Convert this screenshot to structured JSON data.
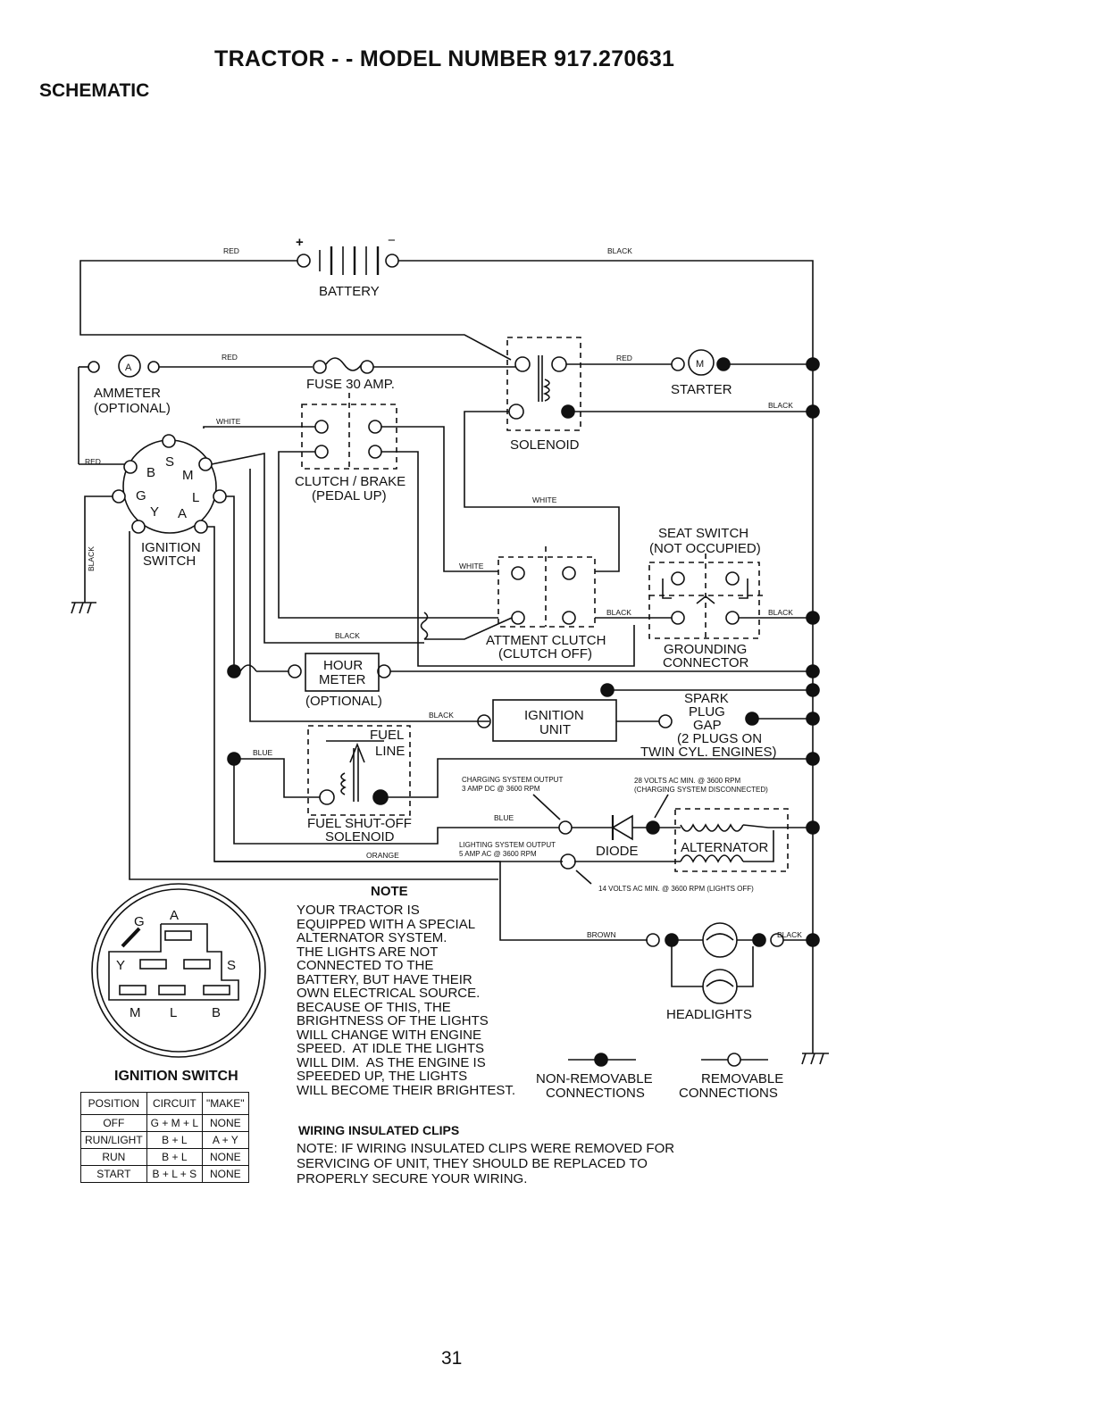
{
  "header": {
    "title": "TRACTOR - - MODEL NUMBER 917.270631",
    "section": "SCHEMATIC"
  },
  "components": {
    "battery": "BATTERY",
    "ammeter": "AMMETER",
    "ammeter_optional": "(OPTIONAL)",
    "fuse": "FUSE 30 AMP.",
    "solenoid": "SOLENOID",
    "starter": "STARTER",
    "starter_symbol": "M",
    "ammeter_symbol": "A",
    "clutch_brake_1": "CLUTCH / BRAKE",
    "clutch_brake_2": "(PEDAL UP)",
    "ignition_switch_1": "IGNITION",
    "ignition_switch_2": "SWITCH",
    "seat_switch_1": "SEAT SWITCH",
    "seat_switch_2": "(NOT OCCUPIED)",
    "attment_clutch_1": "ATTMENT CLUTCH",
    "attment_clutch_2": "(CLUTCH OFF)",
    "grounding_1": "GROUNDING",
    "grounding_2": "CONNECTOR",
    "hour_meter_1": "HOUR",
    "hour_meter_2": "METER",
    "hour_meter_optional": "(OPTIONAL)",
    "ignition_unit_1": "IGNITION",
    "ignition_unit_2": "UNIT",
    "spark_1": "SPARK",
    "spark_2": "PLUG",
    "spark_3": "GAP",
    "spark_4": "(2 PLUGS ON",
    "spark_5": "TWIN CYL. ENGINES)",
    "fuel_line_1": "FUEL",
    "fuel_line_2": "LINE",
    "fuel_sol_1": "FUEL SHUT-OFF",
    "fuel_sol_2": "SOLENOID",
    "diode": "DIODE",
    "alternator": "ALTERNATOR",
    "headlights": "HEADLIGHTS",
    "non_removable_1": "NON-REMOVABLE",
    "non_removable_2": "CONNECTIONS",
    "removable_1": "REMOVABLE",
    "removable_2": "CONNECTIONS",
    "charging_1": "CHARGING SYSTEM OUTPUT",
    "charging_2": "3 AMP DC @ 3600 RPM",
    "volts28_1": "28 VOLTS AC MIN. @ 3600 RPM",
    "volts28_2": "(CHARGING SYSTEM DISCONNECTED)",
    "lighting_1": "LIGHTING SYSTEM OUTPUT",
    "lighting_2": "5 AMP AC @ 3600 RPM",
    "volts14": "14 VOLTS AC MIN. @ 3600 RPM (LIGHTS OFF)",
    "terminal_b": "B",
    "terminal_s": "S",
    "terminal_m": "M",
    "terminal_g": "G",
    "terminal_l": "L",
    "terminal_y": "Y",
    "terminal_a": "A",
    "plus": "+",
    "minus": "−"
  },
  "wires": {
    "red": "RED",
    "black": "BLACK",
    "white": "WHITE",
    "blue": "BLUE",
    "orange": "ORANGE",
    "brown": "BROWN"
  },
  "note": {
    "title": "NOTE",
    "body": "YOUR TRACTOR IS\nEQUIPPED WITH A SPECIAL\nALTERNATOR SYSTEM.\nTHE LIGHTS ARE NOT\nCONNECTED TO THE\nBATTERY, BUT HAVE THEIR\nOWN ELECTRICAL SOURCE.\nBECAUSE OF THIS, THE\nBRIGHTNESS OF THE LIGHTS\nWILL CHANGE WITH ENGINE\nSPEED.  AT IDLE THE LIGHTS\nWILL DIM.  AS THE ENGINE IS\nSPEEDED UP, THE LIGHTS\nWILL BECOME THEIR BRIGHTEST."
  },
  "clips": {
    "title": "WIRING INSULATED CLIPS",
    "body": "NOTE: IF WIRING INSULATED CLIPS WERE REMOVED FOR\nSERVICING OF UNIT, THEY SHOULD BE REPLACED TO\nPROPERLY SECURE YOUR WIRING."
  },
  "ignition_switch": {
    "title": "IGNITION SWITCH",
    "face_labels": {
      "g": "G",
      "a": "A",
      "y": "Y",
      "s": "S",
      "m": "M",
      "l": "L",
      "b": "B"
    },
    "headers": [
      "POSITION",
      "CIRCUIT",
      "\"MAKE\""
    ],
    "rows": [
      [
        "OFF",
        "G + M + L",
        "NONE"
      ],
      [
        "RUN/LIGHT",
        "B + L",
        "A + Y"
      ],
      [
        "RUN",
        "B + L",
        "NONE"
      ],
      [
        "START",
        "B + L + S",
        "NONE"
      ]
    ]
  },
  "footer": {
    "page_number": "31"
  }
}
